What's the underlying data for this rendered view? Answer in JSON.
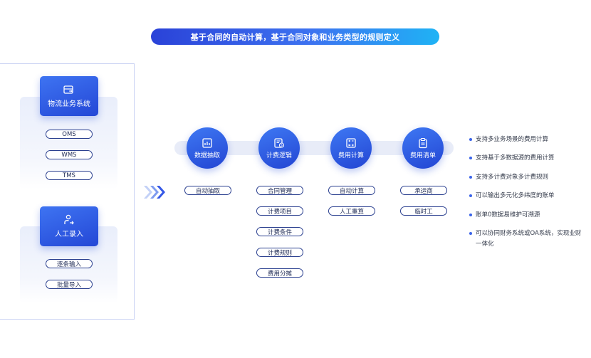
{
  "header": {
    "title": "基于合同的自动计算，基于合同对象和业务类型的规则定义"
  },
  "sources": [
    {
      "label": "物流业务系统",
      "icon": "truck-icon",
      "items": [
        "OMS",
        "WMS",
        "TMS"
      ]
    },
    {
      "label": "人工录入",
      "icon": "person-input-icon",
      "items": [
        "逐条输入",
        "批量导入"
      ]
    }
  ],
  "steps": [
    {
      "label": "数据抽取",
      "icon": "data-extract-icon",
      "items": [
        "自动抽取"
      ]
    },
    {
      "label": "计费逻辑",
      "icon": "billing-logic-icon",
      "items": [
        "合同管理",
        "计费项目",
        "计费条件",
        "计费规则",
        "费用分摊"
      ]
    },
    {
      "label": "费用计算",
      "icon": "calculator-icon",
      "items": [
        "自动计算",
        "人工重算"
      ]
    },
    {
      "label": "费用清单",
      "icon": "clipboard-list-icon",
      "items": [
        "承运商",
        "临时工"
      ]
    }
  ],
  "features": [
    "支持多业务场景的费用计算",
    "支持基于多数据源的费用计算",
    "支持多计费对象多计费规则",
    "可以输出多元化多纬度的账单",
    "账单0数据易维护可溯源",
    "可以协同财务系统或OA系统，实现业财一体化"
  ],
  "colors": {
    "primary": "#2a4ad8",
    "accent": "#1fb3f5",
    "pill_border": "#2a3f8f",
    "lane": "#e8ecf8"
  }
}
